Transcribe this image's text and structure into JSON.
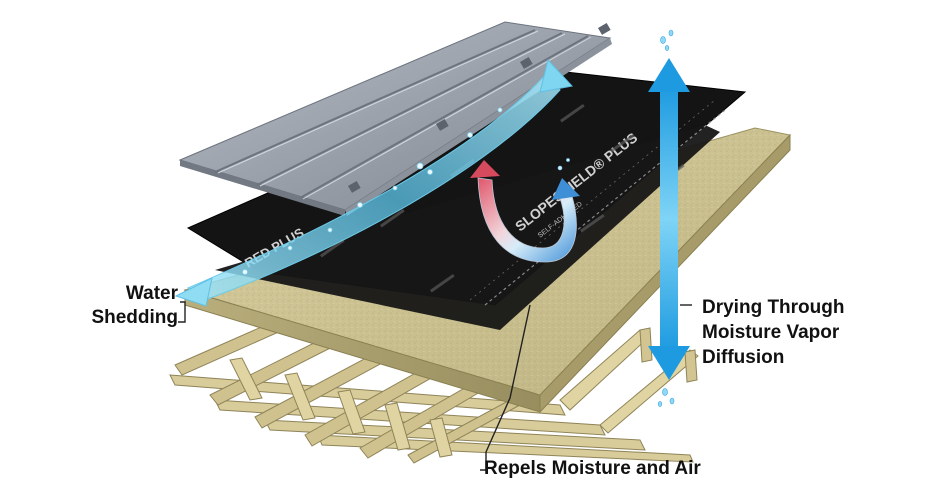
{
  "callouts": {
    "water_shedding": {
      "line1": "Water",
      "line2": "Shedding"
    },
    "drying": {
      "line1": "Drying Through",
      "line2": "Moisture Vapor",
      "line3": "Diffusion"
    },
    "repels": "Repels Moisture and Air"
  },
  "membrane_brand": {
    "name": "SLOPESHIELD® PLUS",
    "sub": "SELF-ADHERED",
    "fragment": "RED PLUS"
  },
  "colors": {
    "membrane": "#141414",
    "deck": "#cbc08f",
    "deck_edge": "#a99f6d",
    "truss": "#d8cc9a",
    "metal_panel": "#9aa1ab",
    "water": "#6fd0ee",
    "arrow_up_down": "#2fa8e0",
    "arrow_repel_red": "#d64a5e",
    "arrow_repel_blue": "#3f8fd6"
  },
  "icons": {
    "water_arrow": "double-headed-curved-arrow",
    "vapor_arrow": "vertical-double-arrow",
    "repel_arrow": "curved-bounce-arrow"
  }
}
